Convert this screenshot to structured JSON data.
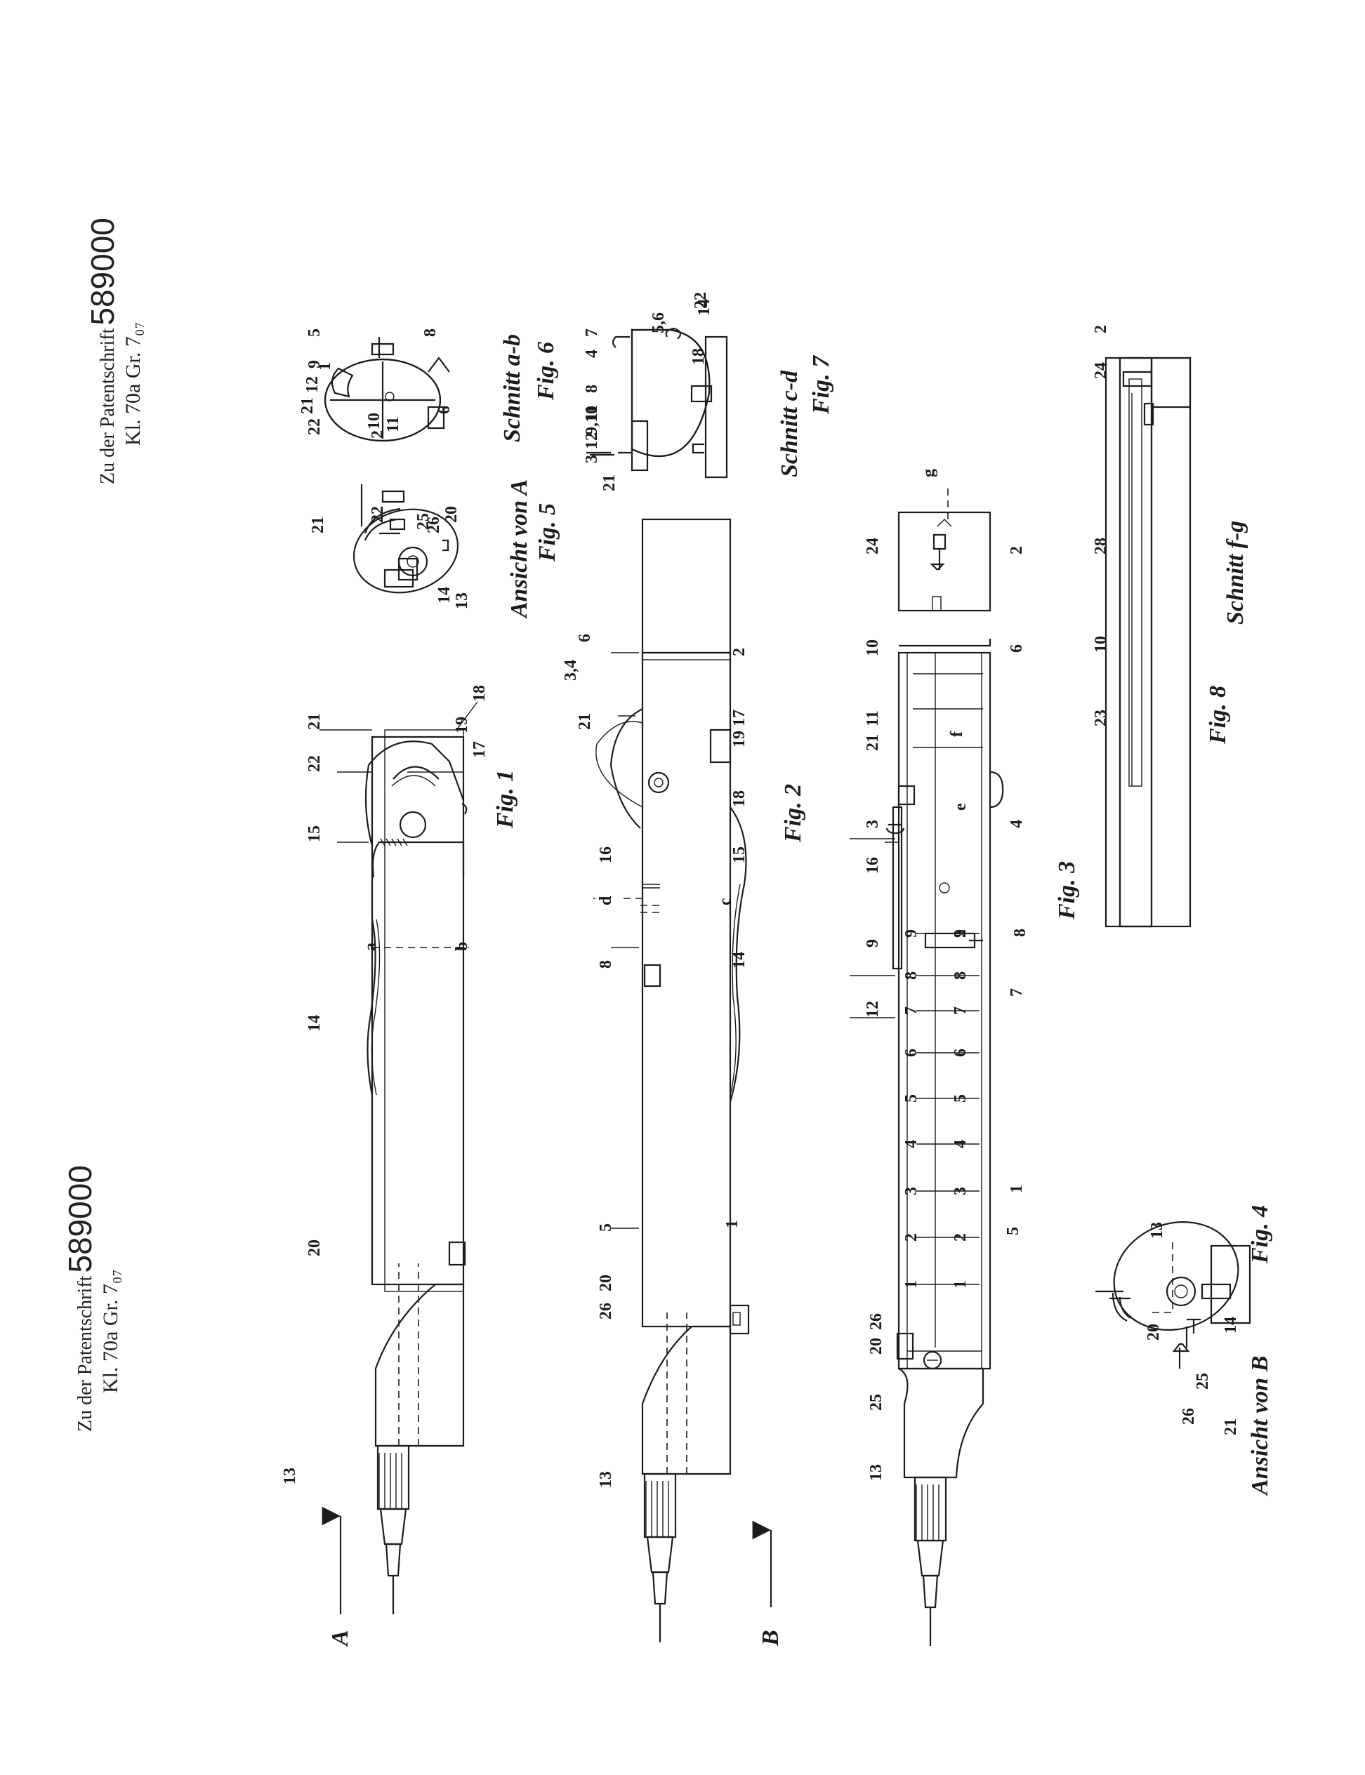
{
  "header_top": {
    "line1": "Zu der Patentschrift",
    "number": "589000",
    "line2": "Kl. 70a  Gr. 7₀₇"
  },
  "header_mid": {
    "line1": "Zu der Patentschrift",
    "number": "589000",
    "line2": "Kl. 70a  Gr. 7₀₇"
  },
  "captions": {
    "fig1": "Fig. 1",
    "fig2": "Fig. 2",
    "fig3": "Fig. 3",
    "fig4": "Fig. 4",
    "fig5": "Fig. 5",
    "fig6": "Fig. 6",
    "fig7": "Fig. 7",
    "fig8": "Fig. 8",
    "ansicht_a": "Ansicht von A",
    "ansicht_b": "Ansicht von B",
    "schnitt_ab": "Schnitt a-b",
    "schnitt_cd": "Schnitt c-d",
    "schnitt_fg": "Schnitt f-g"
  },
  "arrows": {
    "a": "A",
    "b": "B"
  },
  "fig1_labels": [
    "13",
    "20",
    "14",
    "a",
    "b",
    "15",
    "22",
    "21",
    "19",
    "18",
    "17"
  ],
  "fig2_labels": [
    "13",
    "26",
    "20",
    "5",
    "1",
    "d",
    "c",
    "8",
    "14",
    "16",
    "15",
    "18",
    "19 17",
    "21",
    "3,4",
    "2",
    "6"
  ],
  "fig3_labels": [
    "13",
    "25",
    "20",
    "26",
    "5",
    "1",
    "12",
    "7",
    "9",
    "8",
    "16",
    "3",
    "4",
    "21",
    "11",
    "10",
    "f",
    "e",
    "6",
    "24",
    "2",
    "g"
  ],
  "fig3_scale": [
    "1",
    "2",
    "3",
    "4",
    "5",
    "6",
    "7",
    "8",
    "9",
    "2"
  ],
  "fig4_labels": [
    "21",
    "26",
    "25",
    "20",
    "13",
    "14"
  ],
  "fig5_labels": [
    "13",
    "14",
    "21",
    "22",
    "20",
    "26",
    "25"
  ],
  "fig6_labels": [
    "8",
    "5",
    "9",
    "1",
    "12",
    "21",
    "22",
    "10",
    "2",
    "11",
    "6",
    "7"
  ],
  "fig7_labels": [
    "21",
    "3",
    "12",
    "9,10",
    "11",
    "8",
    "4",
    "7",
    "5,6",
    "14",
    "18",
    "22"
  ],
  "fig8_labels": [
    "23",
    "10",
    "28",
    "24",
    "2"
  ]
}
